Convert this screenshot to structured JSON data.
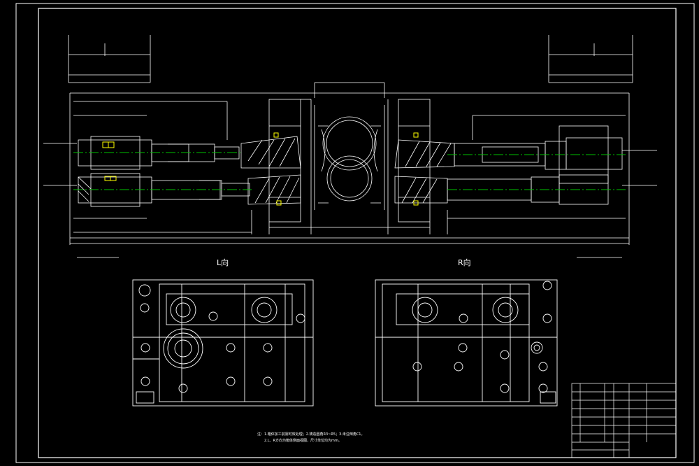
{
  "drawing": {
    "view_left_label": "L向",
    "view_right_label": "R向",
    "notes_line1": "注：1.箱体加工前需时效处理；2.铸造圆角R3~R5；3.未注倒角C1。",
    "notes_line2": "2.L、R方向为箱体侧面视图，尺寸单位均为mm。",
    "colors": {
      "background": "#000000",
      "lines": "#ffffff",
      "centerline": "#00c000",
      "highlight": "#ffff00"
    }
  }
}
